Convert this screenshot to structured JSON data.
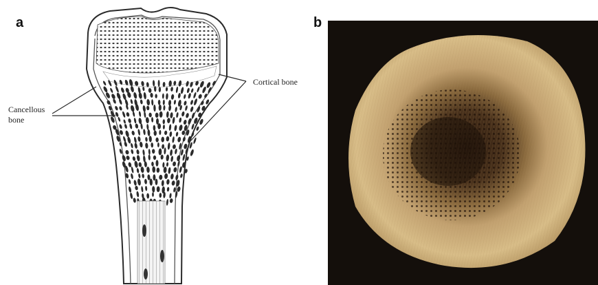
{
  "panels": [
    {
      "letter": "a"
    },
    {
      "letter": "b"
    }
  ],
  "labels": {
    "cancellous_line1": "Cancellous",
    "cancellous_line2": "bone",
    "cortical": "Cortical bone"
  },
  "colors": {
    "ink": "#2a2a2a",
    "photo_background": "#140f0b",
    "bone_outer": "#d2b47c",
    "bone_inner": "#3a2414"
  }
}
